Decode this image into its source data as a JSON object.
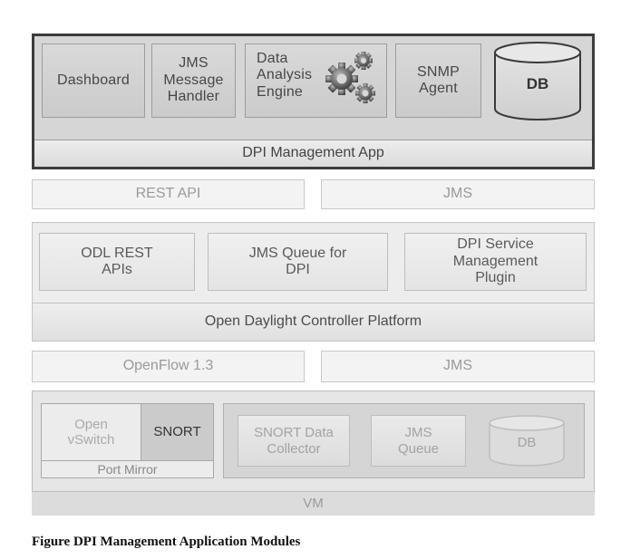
{
  "app": {
    "modules": [
      "Dashboard",
      "JMS\nMessage\nHandler",
      "Data\nAnalysis\nEngine",
      "SNMP\nAgent"
    ],
    "db": "DB",
    "bar": "DPI Management App"
  },
  "app_interfaces": {
    "left": "REST API",
    "right": "JMS"
  },
  "odl": {
    "modules": [
      "ODL REST\nAPIs",
      "JMS Queue for\nDPI",
      "DPI Service\nManagement\nPlugin"
    ],
    "platform": "Open Daylight Controller Platform"
  },
  "odl_interfaces": {
    "left": "OpenFlow 1.3",
    "right": "JMS"
  },
  "vm": {
    "open_vswitch": "Open\nvSwitch",
    "snort": "SNORT",
    "port_mirror": "Port Mirror",
    "snort_collector": "SNORT Data\nCollector",
    "jms_queue": "JMS\nQueue",
    "db": "DB",
    "bar": "VM"
  },
  "caption": "Figure DPI Management Application Modules",
  "icons": [
    "gears-icon",
    "database-cylinder-icon"
  ]
}
